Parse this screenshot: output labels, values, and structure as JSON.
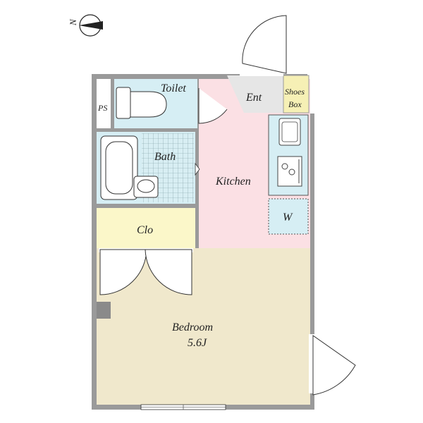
{
  "compass": {
    "north_label": "N"
  },
  "rooms": {
    "toilet": "Toilet",
    "ps": "PS",
    "entrance": "Ent",
    "shoes_box_line1": "Shoes",
    "shoes_box_line2": "Box",
    "bath": "Bath",
    "kitchen": "Kitchen",
    "washer": "W",
    "closet": "Clo",
    "bedroom": "Bedroom",
    "bedroom_size": "5.6J"
  },
  "colors": {
    "wall": "#9a9a9a",
    "toilet_bath": "#d6eef4",
    "kitchen": "#fbe0e4",
    "entrance": "#e6e6e6",
    "closet": "#fbf7c9",
    "shoes_box": "#f6f0b5",
    "bedroom": "#f0e8cc"
  }
}
